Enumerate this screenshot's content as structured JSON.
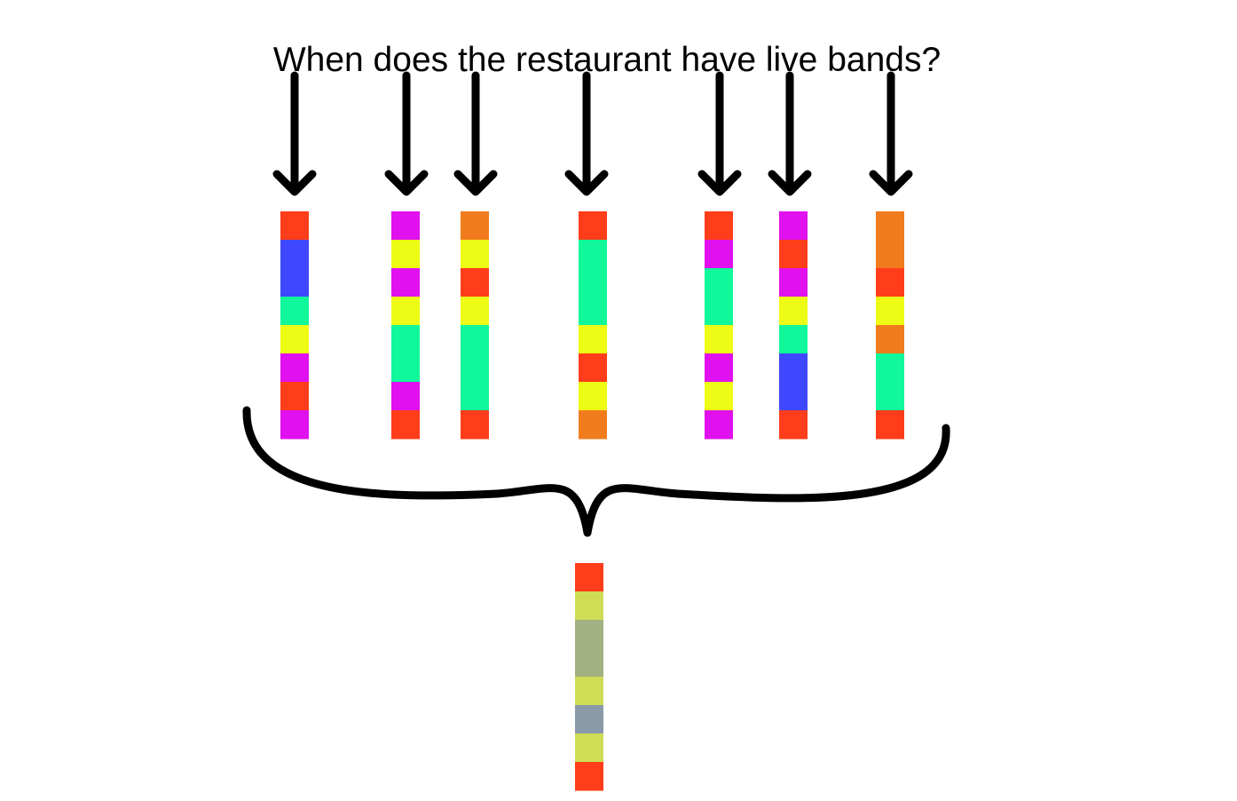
{
  "sentence": "When does the restaurant have live bands?",
  "colors": {
    "red": "#ff3d1a",
    "blue": "#3f48ff",
    "green": "#10f89a",
    "yellow": "#eefb14",
    "magenta": "#e011ee",
    "orange": "#f07c1d",
    "olive": "#a3b081",
    "lime": "#cedd55",
    "steel": "#8a9aa8",
    "arrow": "#000000"
  },
  "token_vectors": [
    {
      "cells": [
        "red",
        "blue",
        "blue",
        "green",
        "yellow",
        "magenta",
        "red",
        "magenta"
      ]
    },
    {
      "cells": [
        "magenta",
        "yellow",
        "magenta",
        "yellow",
        "green",
        "green",
        "magenta",
        "red"
      ]
    },
    {
      "cells": [
        "orange",
        "yellow",
        "red",
        "yellow",
        "green",
        "green",
        "green",
        "red"
      ]
    },
    {
      "cells": [
        "red",
        "green",
        "green",
        "green",
        "yellow",
        "red",
        "yellow",
        "orange"
      ]
    },
    {
      "cells": [
        "red",
        "magenta",
        "green",
        "green",
        "yellow",
        "magenta",
        "yellow",
        "magenta"
      ]
    },
    {
      "cells": [
        "magenta",
        "red",
        "magenta",
        "yellow",
        "green",
        "blue",
        "blue",
        "red"
      ]
    },
    {
      "cells": [
        "orange",
        "orange",
        "red",
        "yellow",
        "orange",
        "green",
        "green",
        "red"
      ]
    }
  ],
  "pooled_vector": {
    "cells": [
      "red",
      "lime",
      "olive",
      "olive",
      "lime",
      "steel",
      "lime",
      "red"
    ]
  }
}
